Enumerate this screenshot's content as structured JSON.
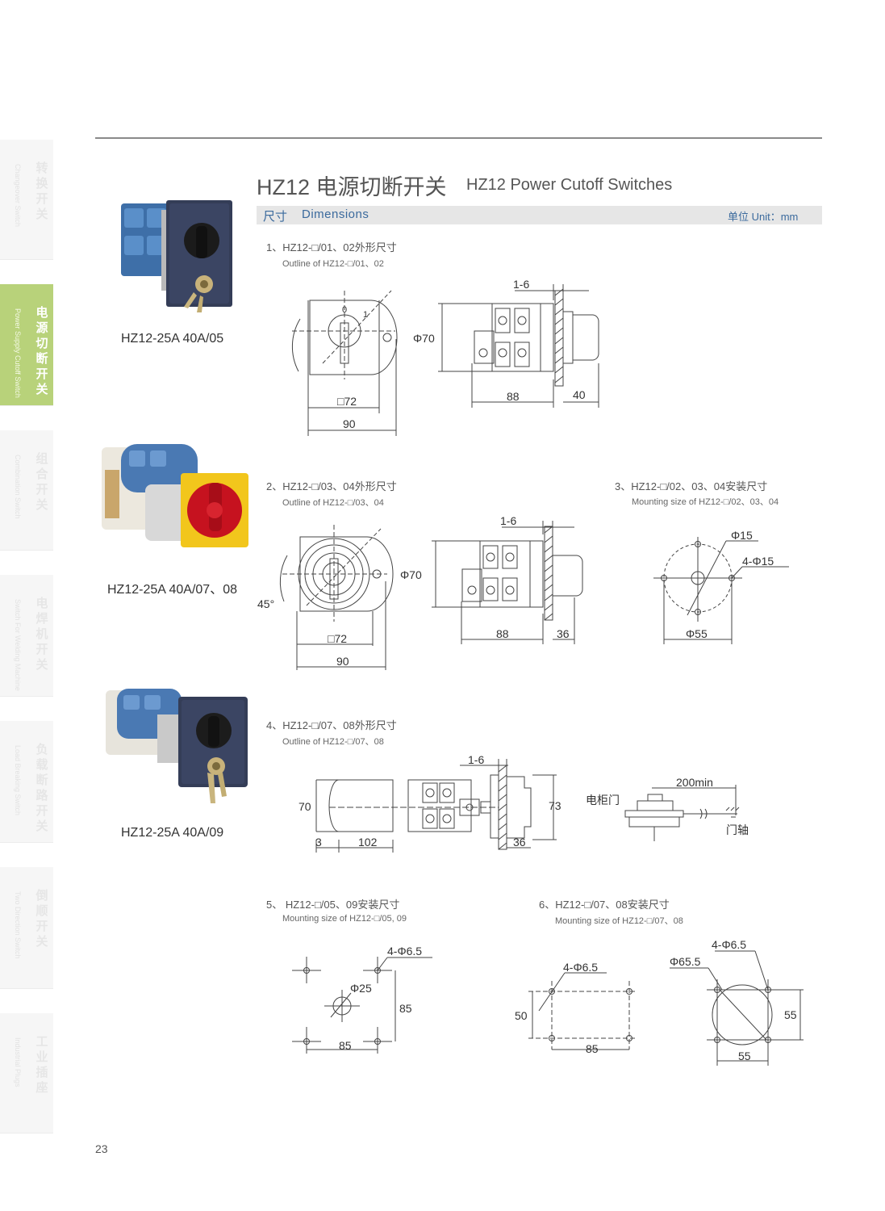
{
  "sidebar": {
    "items": [
      {
        "zh": "转换开关",
        "en": "Changeover Switch",
        "active": false
      },
      {
        "zh": "电源切断开关",
        "en": "Power Supply Cutoff Switch",
        "active": true
      },
      {
        "zh": "组合开关",
        "en": "Combination Switch",
        "active": false
      },
      {
        "zh": "电焊机开关",
        "en": "Switch For Welding Machine",
        "active": false
      },
      {
        "zh": "负载断路开关",
        "en": "Load Breaking Switch",
        "active": false
      },
      {
        "zh": "倒顺开关",
        "en": "Two Direction Switch",
        "active": false
      },
      {
        "zh": "工业插座",
        "en": "Industrial Plugs",
        "active": false
      }
    ]
  },
  "header": {
    "title_zh": "HZ12 电源切断开关",
    "title_en": "HZ12 Power Cutoff Switches"
  },
  "section_bar": {
    "label_zh": "尺寸",
    "label_en": "Dimensions",
    "unit": "单位 Unit：mm"
  },
  "products": [
    {
      "label": "HZ12-25A 40A/05"
    },
    {
      "label": "HZ12-25A 40A/07、08"
    },
    {
      "label": "HZ12-25A 40A/09"
    }
  ],
  "drawings": [
    {
      "title_zh": "1、HZ12-□/01、02外形尺寸",
      "title_en": "Outline of HZ12-□/01、02"
    },
    {
      "title_zh": "2、HZ12-□/03、04外形尺寸",
      "title_en": "Outline of HZ12-□/03、04"
    },
    {
      "title_zh": "3、HZ12-□/02、03、04安装尺寸",
      "title_en": "Mounting size of HZ12-□/02、03、04"
    },
    {
      "title_zh": "4、HZ12-□/07、08外形尺寸",
      "title_en": "Outline of HZ12-□/07、08"
    },
    {
      "title_zh": "5、 HZ12-□/05、09安装尺寸",
      "title_en": "Mounting size of HZ12-□/05, 09"
    },
    {
      "title_zh": "6、HZ12-□/07、08安装尺寸",
      "title_en": "Mounting size of HZ12-□/07、08"
    }
  ],
  "dims": {
    "d1": {
      "gap": "1-6",
      "dia": "Φ70",
      "sq": "□72",
      "w": "90",
      "depth": "88",
      "knob": "40",
      "dial_0": "0",
      "dial_1": "1"
    },
    "d2": {
      "gap": "1-6",
      "dia": "Φ70",
      "sq": "□72",
      "w": "90",
      "depth": "88",
      "knob": "36",
      "angle": "45°"
    },
    "d3": {
      "hole": "Φ15",
      "holes": "4-Φ15",
      "pcd": "Φ55"
    },
    "d4": {
      "gap": "1-6",
      "h": "70",
      "w1": "3",
      "w2": "102",
      "h2": "73",
      "knob": "36",
      "min": "200min",
      "door": "电柜门",
      "shaft": "门轴"
    },
    "d5": {
      "holes": "4-Φ6.5",
      "center": "Φ25",
      "v": "85",
      "h": "85"
    },
    "d6": {
      "holes_a": "4-Φ6.5",
      "h_a": "50",
      "w_a": "85",
      "holes_b": "4-Φ6.5",
      "dia_b": "Φ65.5",
      "v_b": "55",
      "h_b": "55"
    }
  },
  "page_number": "23"
}
